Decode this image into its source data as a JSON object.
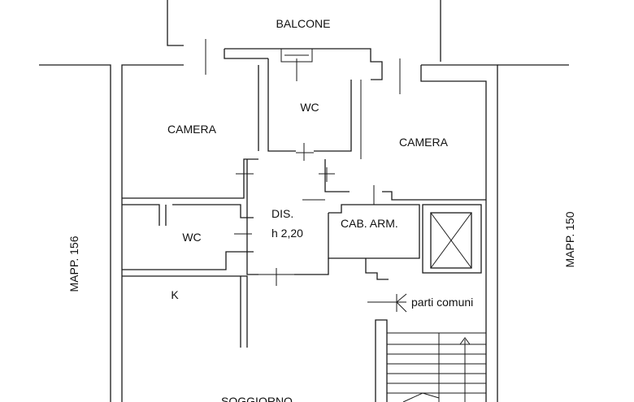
{
  "labels": {
    "balcony": "BALCONE",
    "bedroom_left": "CAMERA",
    "bedroom_right": "CAMERA",
    "wc_top": "WC",
    "wc_left": "WC",
    "hall_name": "DIS.",
    "hall_height": "h 2,20",
    "closet": "CAB. ARM.",
    "kitchen": "K",
    "living": "SOGGIORNO",
    "common_parts": "parti comuni",
    "parcel_left": "MAPP. 156",
    "parcel_right": "MAPP. 150"
  }
}
